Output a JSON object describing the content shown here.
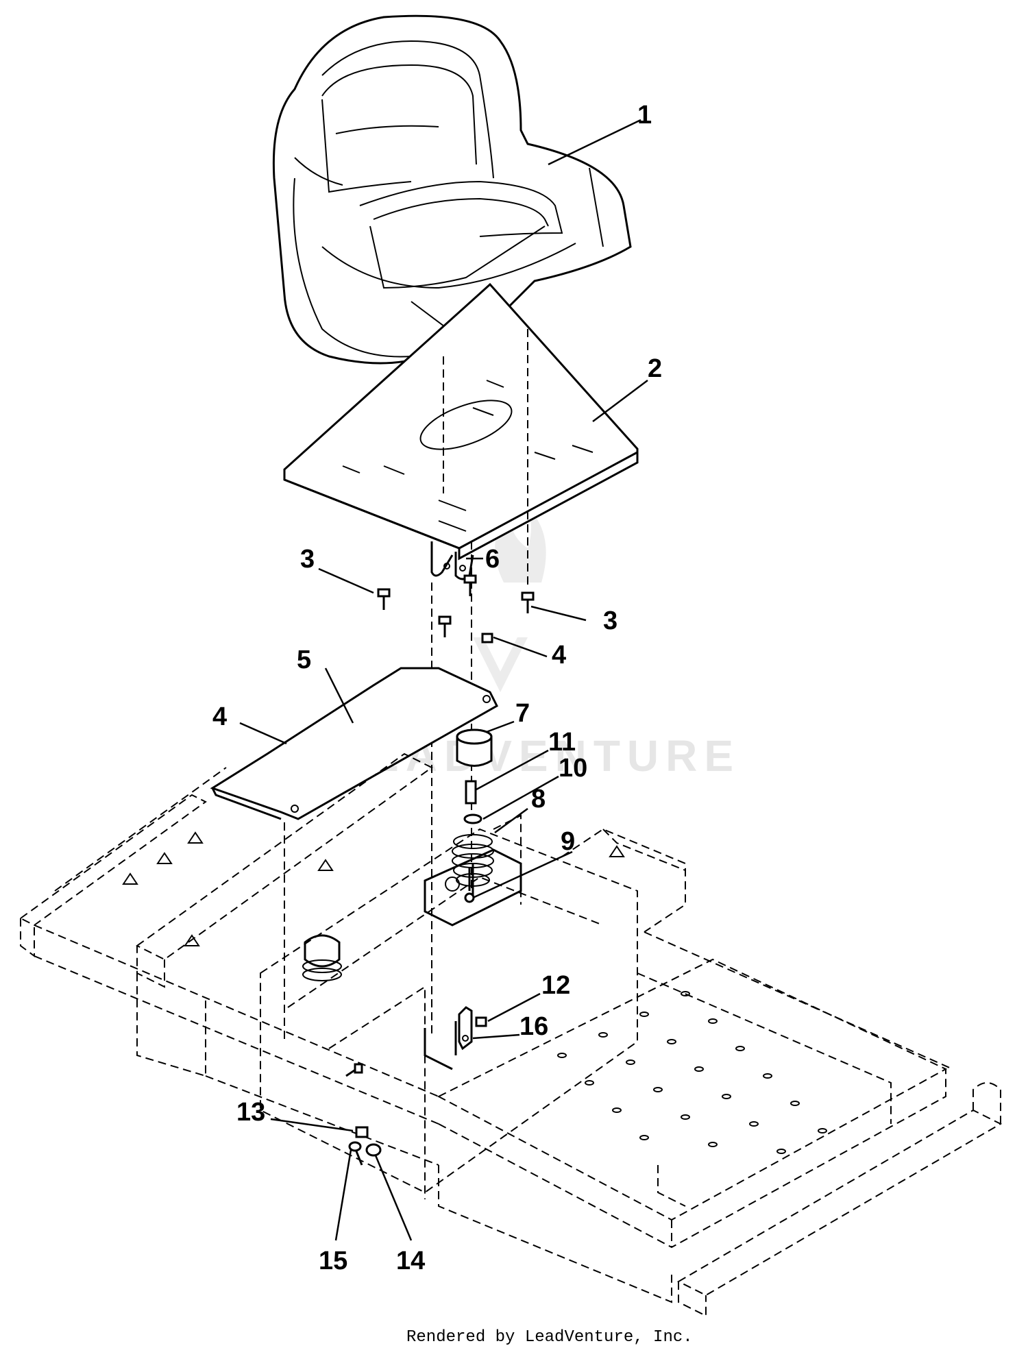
{
  "callouts": [
    {
      "label": "1"
    },
    {
      "label": "2"
    },
    {
      "label": "3"
    },
    {
      "label": "3"
    },
    {
      "label": "6"
    },
    {
      "label": "4"
    },
    {
      "label": "5"
    },
    {
      "label": "4"
    },
    {
      "label": "7"
    },
    {
      "label": "11"
    },
    {
      "label": "10"
    },
    {
      "label": "8"
    },
    {
      "label": "9"
    },
    {
      "label": "12"
    },
    {
      "label": "16"
    },
    {
      "label": "13"
    },
    {
      "label": "15"
    },
    {
      "label": "14"
    }
  ],
  "watermark": "LEADVENTURE",
  "footer": "Rendered by LeadVenture, Inc."
}
